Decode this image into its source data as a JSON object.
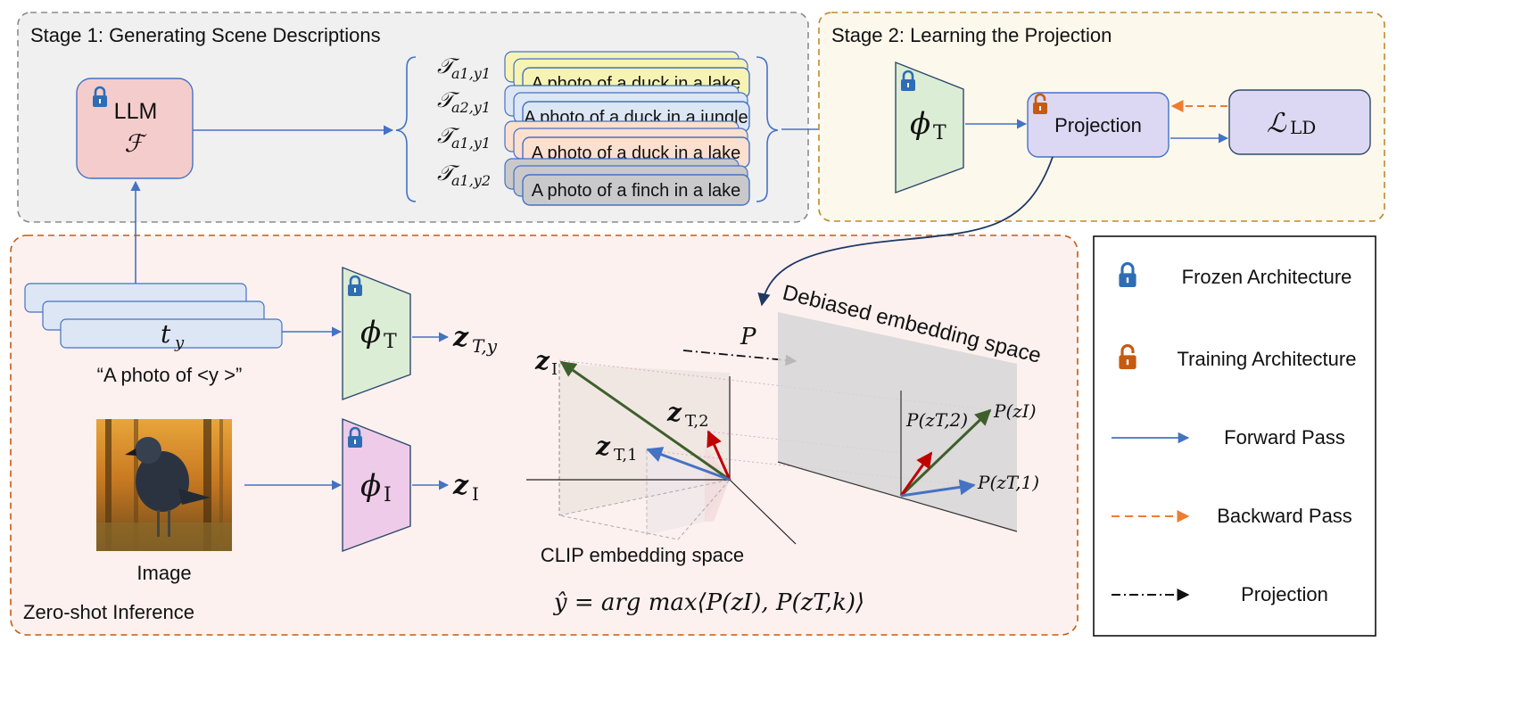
{
  "stage1": {
    "title": "Stage 1: Generating Scene Descriptions"
  },
  "stage2": {
    "title": "Stage 2: Learning the Projection"
  },
  "inference": {
    "title": "Zero-shot Inference"
  },
  "llm": {
    "label": "LLM",
    "symbol": "ℱ"
  },
  "descriptions": [
    {
      "tag_main": "𝒯",
      "tag_sub": "a1,y1",
      "text": "A photo of a duck in a lake",
      "color": "#f7f3b4"
    },
    {
      "tag_main": "𝒯",
      "tag_sub": "a2,y1",
      "text": "A photo of a duck in a jungle",
      "color": "#dce6f5"
    },
    {
      "tag_main": "𝒯",
      "tag_sub": "a1,y1",
      "text": "A photo of a duck in a lake",
      "color": "#fbe0cf"
    },
    {
      "tag_main": "𝒯",
      "tag_sub": "a1,y2",
      "text": "A photo of a finch in a lake",
      "color": "#c9c9cc"
    }
  ],
  "encoders": {
    "text_stage2": {
      "main": "ϕ",
      "sub": "T"
    },
    "text_inference": {
      "main": "ϕ",
      "sub": "T"
    },
    "image": {
      "main": "ϕ",
      "sub": "I"
    }
  },
  "projection_box": {
    "label": "Projection"
  },
  "loss_box": {
    "main": "ℒ",
    "sub": "LD"
  },
  "prompt": {
    "token_main": "t",
    "token_sub": "y",
    "caption": "“A photo of <y >”"
  },
  "outputs": {
    "text_emb": {
      "main": "z",
      "sub": "T,y"
    },
    "image_emb": {
      "main": "z",
      "sub": "I"
    }
  },
  "image_caption": "Image",
  "clip_space": {
    "label": "CLIP embedding space",
    "zI": {
      "main": "z",
      "sub": "I"
    },
    "zT2": {
      "main": "z",
      "sub": "T,2"
    },
    "zT1": {
      "main": "z",
      "sub": "T,1"
    }
  },
  "debiased_space": {
    "label": "Debiased embedding space",
    "P_label": "P",
    "pzT2": "P(zT,2)",
    "pzI": "P(zI)",
    "pzT1": "P(zT,1)"
  },
  "formula": "ŷ = arg max⟨P(zI), P(zT,k)⟩",
  "legend": [
    {
      "label": "Frozen Architecture",
      "icon": "lock-closed-icon"
    },
    {
      "label": "Training Architecture",
      "icon": "lock-open-icon"
    },
    {
      "label": "Forward Pass",
      "icon": "solid-arrow-icon"
    },
    {
      "label": "Backward Pass",
      "icon": "dashed-arrow-icon"
    },
    {
      "label": "Projection",
      "icon": "dashdot-arrow-icon"
    }
  ],
  "colors": {
    "stage1_bg": "#f0f0f0",
    "stage2_bg": "#fdf8ec",
    "inference_bg": "#fdf1ef",
    "llm_fill": "#f5cccc",
    "text_encoder_fill": "#dcedd6",
    "image_encoder_fill": "#eecbe9",
    "proj_fill": "#dcd8f3",
    "forward": "#4472c4",
    "backward": "#ed7d31",
    "frozen_lock": "#2e6db4",
    "open_lock": "#c55a11",
    "green_vec": "#3e5f2b",
    "red_vec": "#c00000",
    "blue_vec": "#4472c4"
  }
}
